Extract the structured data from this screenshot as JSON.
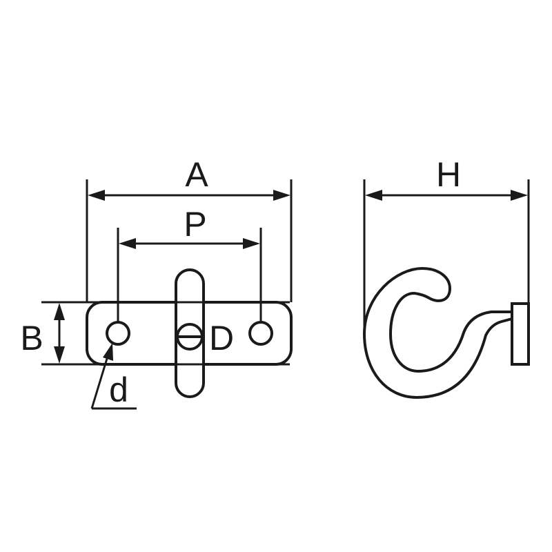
{
  "labels": {
    "A": "A",
    "P": "P",
    "B": "B",
    "D": "D",
    "d": "d",
    "H": "H"
  }
}
